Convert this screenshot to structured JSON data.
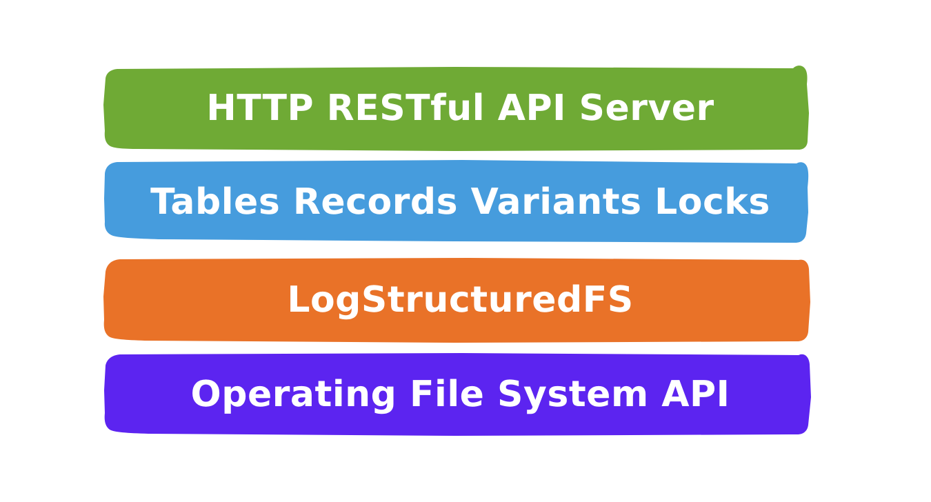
{
  "diagram": {
    "type": "layered-architecture-stack",
    "background_color": "#ffffff",
    "text_color": "#ffffff",
    "style": "hand-drawn-sketch",
    "layers": [
      {
        "label": "HTTP RESTful API Server",
        "color": "#6FAA35",
        "color_name": "green",
        "order": 1,
        "name": "layer-http-restful-api-server"
      },
      {
        "label": "Tables Records Variants Locks",
        "color": "#469CDD",
        "color_name": "blue",
        "order": 2,
        "name": "layer-tables-records-variants-locks"
      },
      {
        "label": "LogStructuredFS",
        "color": "#E97228",
        "color_name": "orange",
        "order": 3,
        "name": "layer-log-structured-fs"
      },
      {
        "label": "Operating File System API",
        "color": "#5C24F0",
        "color_name": "violet",
        "order": 4,
        "name": "layer-operating-file-system-api"
      }
    ]
  }
}
